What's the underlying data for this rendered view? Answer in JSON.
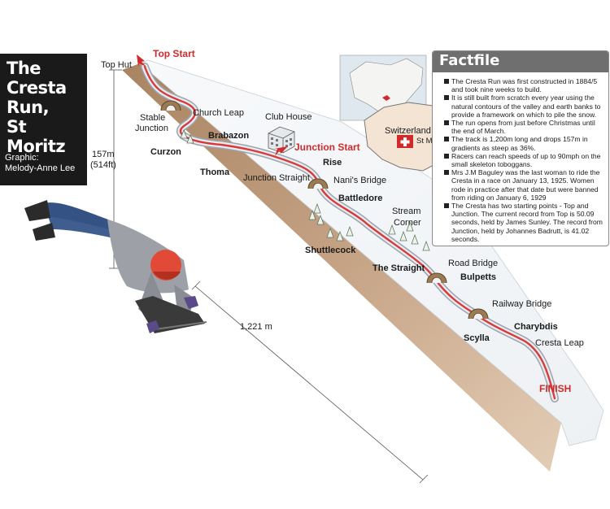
{
  "title": "The Cresta Run, St Moritz",
  "title_lines": [
    "The",
    "Cresta",
    "Run,",
    "St Moritz"
  ],
  "credit": {
    "line1": "Graphic:",
    "line2": "Melody-Anne Lee"
  },
  "dimensions": {
    "height_m": "157m",
    "height_ft": "(514ft)",
    "length": "1,221 m"
  },
  "start_labels": {
    "top_start": "Top Start",
    "junction_start": "Junction Start",
    "finish": "FINISH"
  },
  "places": {
    "top_hut": "Top Hut",
    "stable_junction_1": "Stable",
    "stable_junction_2": "Junction",
    "church_leap": "Church Leap",
    "club_house": "Club House",
    "junction_straight": "Junction Straight",
    "nanis_bridge": "Nani's Bridge",
    "stream_corner_1": "Stream",
    "stream_corner_2": "Corner",
    "road_bridge": "Road Bridge",
    "railway_bridge": "Railway Bridge",
    "cresta_leap": "Cresta Leap"
  },
  "corners": {
    "brabazon": "Brabazon",
    "curzon": "Curzon",
    "thoma": "Thoma",
    "rise": "Rise",
    "battledore": "Battledore",
    "shuttlecock": "Shuttlecock",
    "the_straight": "The Straight",
    "bulpetts": "Bulpetts",
    "charybdis": "Charybdis",
    "scylla": "Scylla"
  },
  "map": {
    "country": "Switzerland",
    "town": "St Moritz"
  },
  "factfile": {
    "heading": "Factfile",
    "items": [
      "The Cresta Run was first constructed in 1884/5 and took nine weeks to build.",
      "It is still built from scratch every year using the natural contours of the valley and earth banks to provide a framework on which to pile the snow.",
      "The run opens from just before Christmas until the end of March.",
      "The track is 1,200m long and drops 157m in gradients as steep as 36%.",
      "Racers can reach speeds of up to 90mph on the small skeleton toboggans.",
      "Mrs J.M Baguley was the last woman to ride the Cresta in a race on January 13, 1925. Women rode in practice after that date but were banned from riding on January 6, 1929",
      "The Cresta has two starting points - Top and Junction. The current record from Top is 50.09 seconds, held by James Sunley. The record from Junction, held by Johannes Badrutt, is 41.02 seconds."
    ]
  },
  "colors": {
    "track_red": "#d83a3a",
    "accent_red": "#d22a2a",
    "dark": "#1a1a1a"
  }
}
